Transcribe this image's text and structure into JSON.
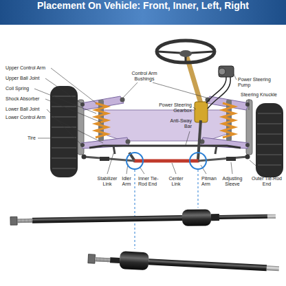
{
  "diagram": {
    "title": "Placement On Vehicle: Front, Inner, Left, Right",
    "labels": [
      "Upper Control Arm",
      "Upper Ball Joint",
      "Coil Spring",
      "Shock Absorber",
      "Lower Ball Joint",
      "Lower Control Arm",
      "Tire",
      "Control Arm Bushings",
      "Power Steering Gearbox",
      "Anti-Sway Bar",
      "Power Steering Pump",
      "Steering Knuckle",
      "Stabilizer Link",
      "Idler Arm",
      "Inner Tie-Rod End",
      "Center Link",
      "Pitman Arm",
      "Adjusting Sleeve",
      "Outer Tie-Rod End"
    ]
  }
}
